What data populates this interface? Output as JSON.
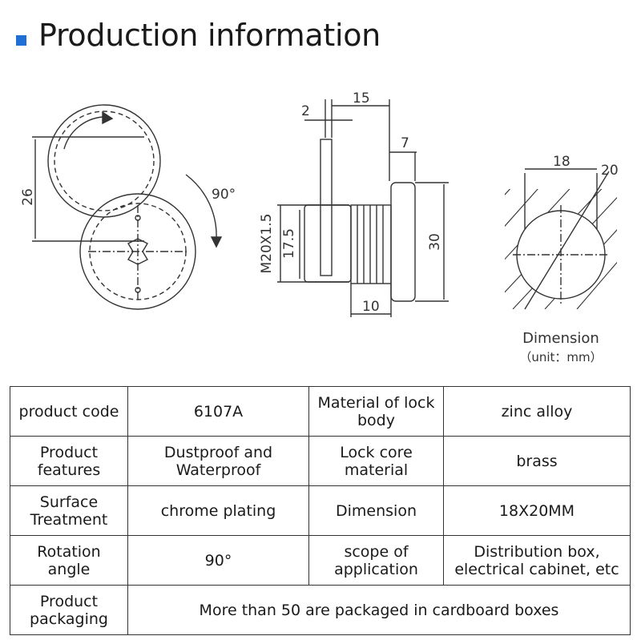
{
  "header": {
    "title": "Production information"
  },
  "drawing": {
    "left_view": {
      "dim_height": "26",
      "rotation": "90°"
    },
    "center_view": {
      "dim_top_small": "2",
      "dim_top_overall": "15",
      "dim_side": "7",
      "dim_thread": "M20X1.5",
      "dim_inner": "17.5",
      "dim_face": "30",
      "dim_bottom": "10"
    },
    "right_view": {
      "dim_width": "18",
      "dim_diag": "20"
    },
    "caption": {
      "line1": "Dimension",
      "line2": "（unit：mm）"
    }
  },
  "specs": {
    "rows": [
      {
        "l1": "product code",
        "v1": "6107A",
        "l2": "Material of lock body",
        "v2": "zinc alloy"
      },
      {
        "l1": "Product features",
        "v1": "Dustproof and Waterproof",
        "l2": "Lock core material",
        "v2": "brass"
      },
      {
        "l1": "Surface Treatment",
        "v1": "chrome plating",
        "l2": "Dimension",
        "v2": "18X20MM"
      },
      {
        "l1": "Rotation angle",
        "v1": "90°",
        "l2": "scope of application",
        "v2": "Distribution box, electrical cabinet, etc"
      }
    ],
    "last_row": {
      "label": "Product packaging",
      "value": "More than 50 are packaged in cardboard boxes"
    }
  },
  "colors": {
    "accent": "#1f6fd6",
    "line": "#333333"
  }
}
